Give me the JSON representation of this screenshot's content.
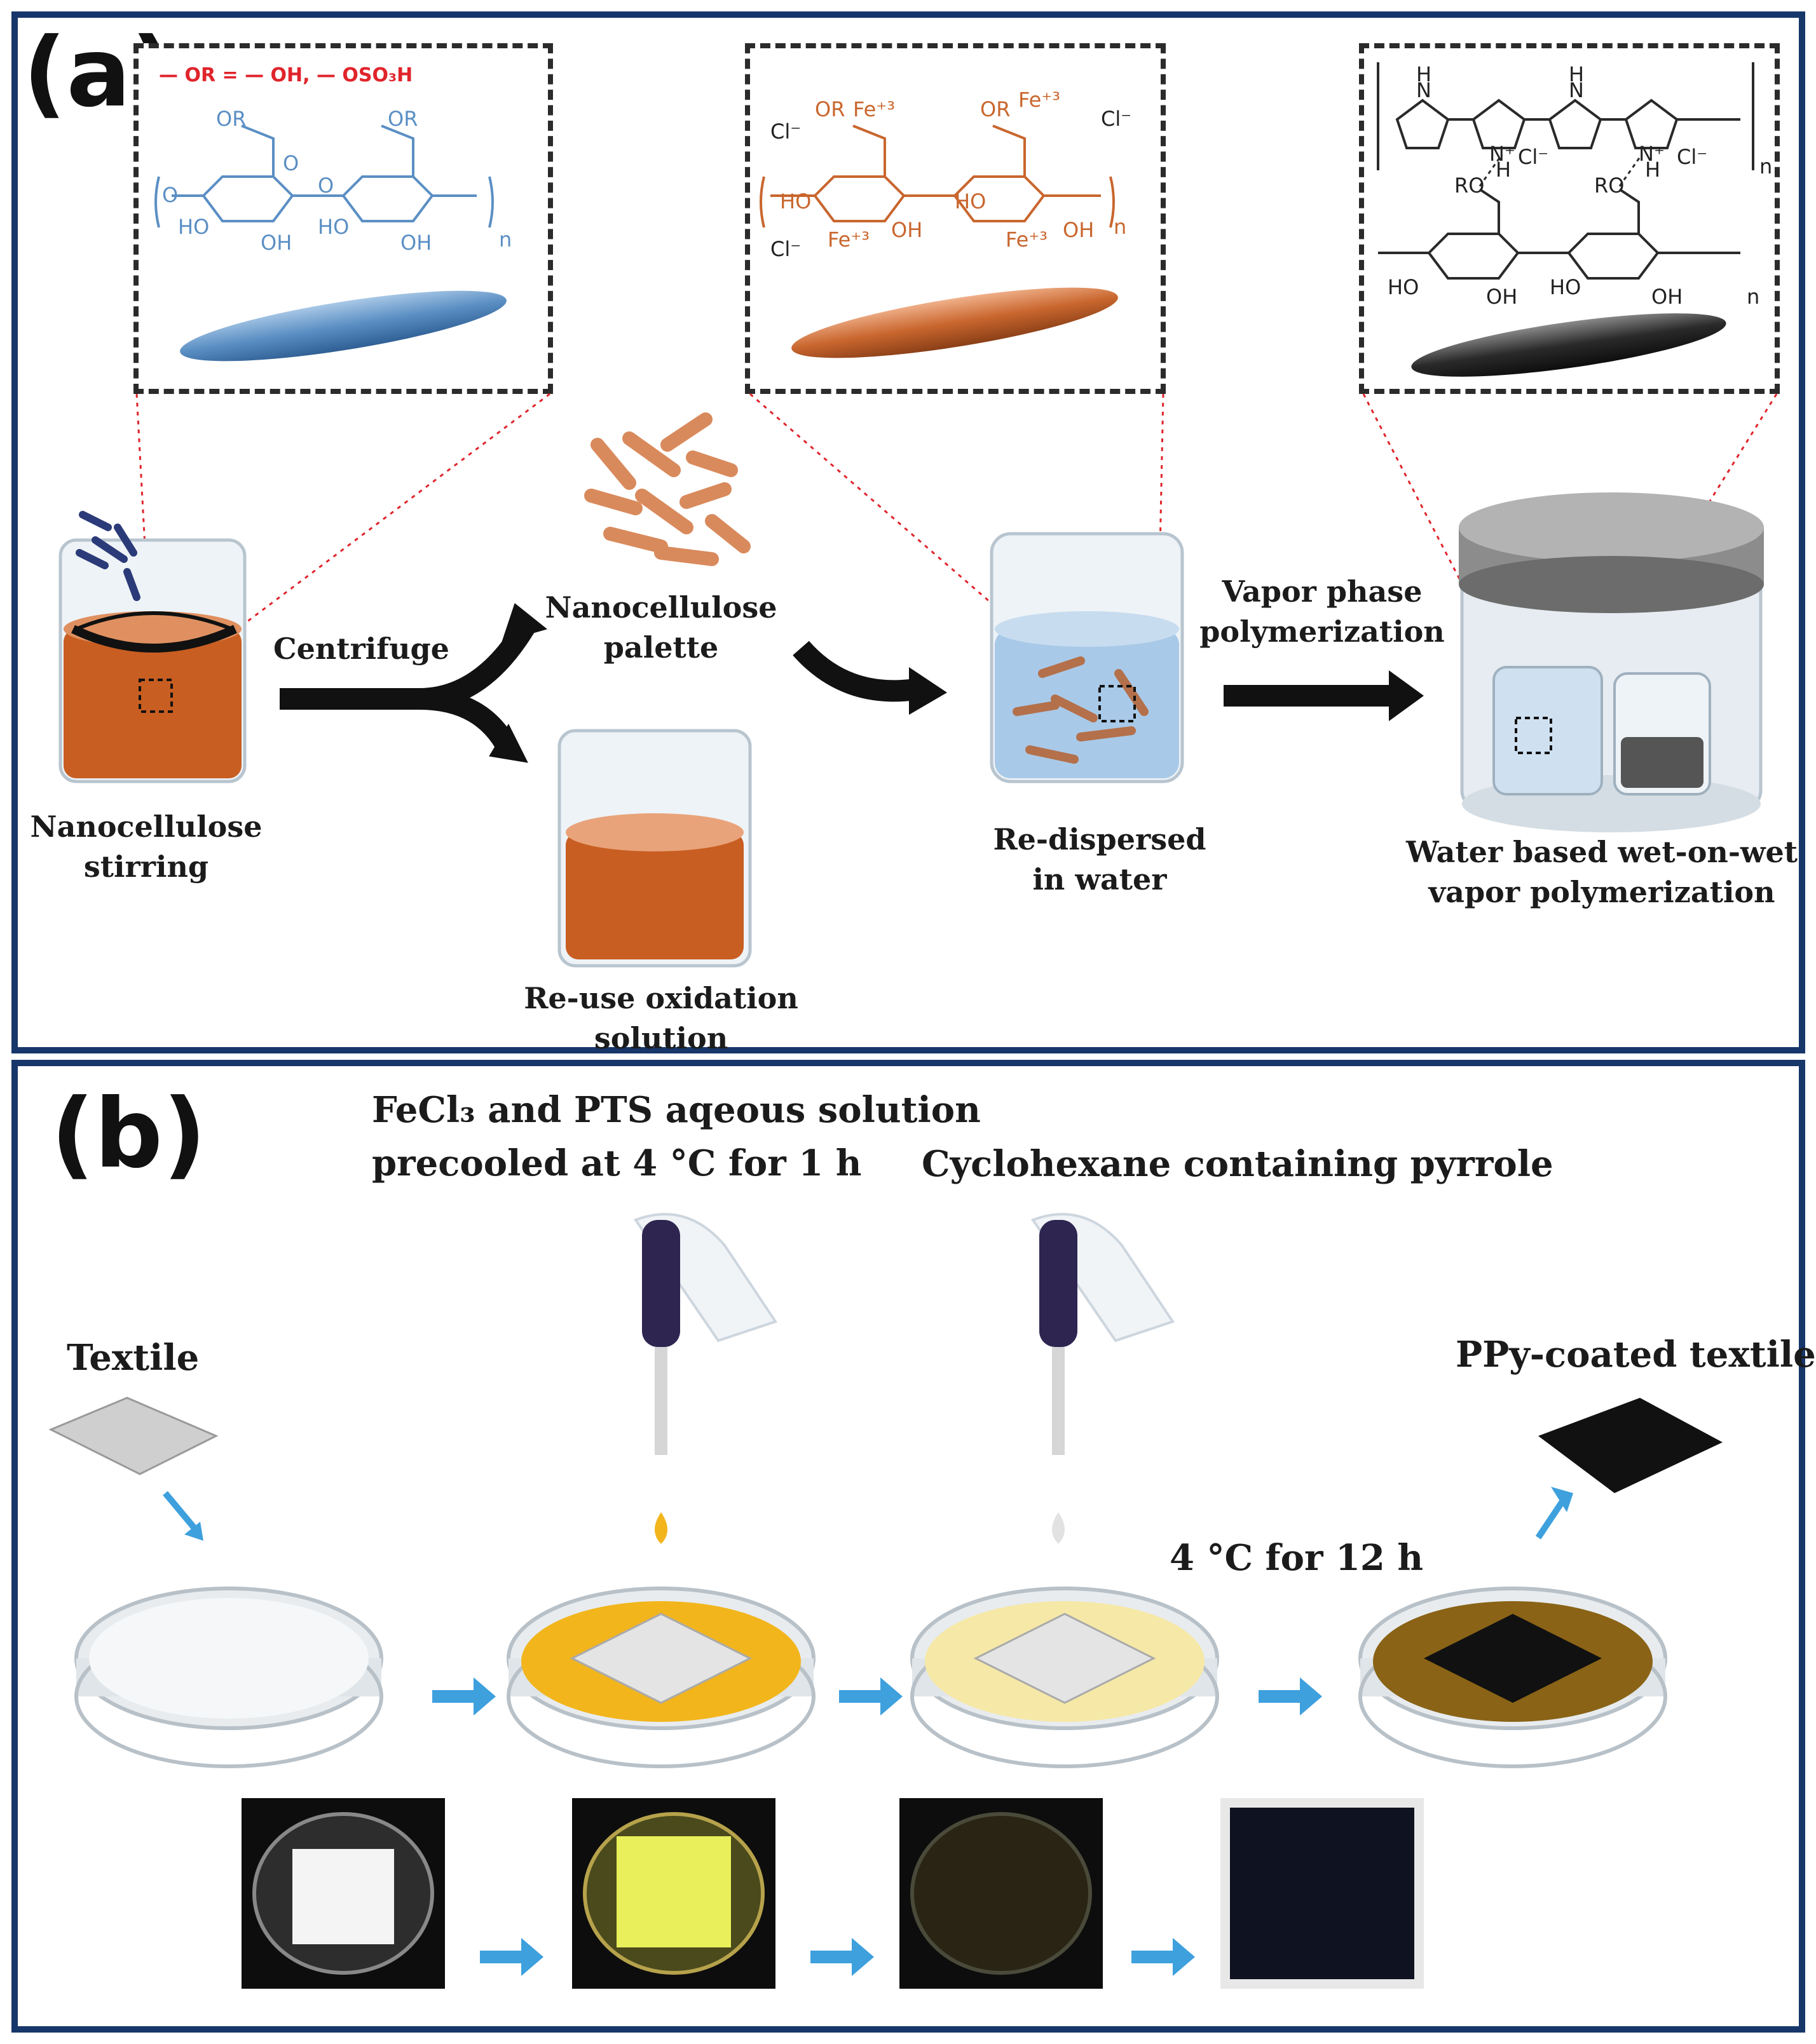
{
  "panel_a": {
    "label": "(a)",
    "zoom_1": {
      "definition": "— OR = — OH, — OSO₃H",
      "groups": [
        "OR",
        "OR",
        "HO",
        "OH",
        "HO",
        "OH",
        "O",
        "O",
        "O",
        "n"
      ]
    },
    "zoom_2": {
      "groups": [
        "OR",
        "Fe⁺³",
        "OR",
        "Fe⁺³",
        "Cl⁻",
        "Cl⁻",
        "Cl⁻",
        "HO",
        "HO",
        "Fe⁺³",
        "OH",
        "Fe⁺³",
        "OH",
        "n"
      ]
    },
    "zoom_3": {
      "groups": [
        "H",
        "N",
        "N⁺",
        "H",
        "Cl⁻",
        "N",
        "H",
        "N⁺",
        "H",
        "Cl⁻",
        "n",
        "RO",
        "RO",
        "HO",
        "OH",
        "HO",
        "OH",
        "n"
      ]
    },
    "steps": {
      "stirring": [
        "Nanocellulose",
        "stirring"
      ],
      "centrifuge": "Centrifuge",
      "palette": [
        "Nanocellulose",
        "palette"
      ],
      "reuse": [
        "Re-use oxidation",
        "solution"
      ],
      "redispersed": [
        "Re-dispersed",
        "in water"
      ],
      "vapor_phase": [
        "Vapor phase",
        "polymerization"
      ],
      "wet_on_wet": [
        "Water based wet-on-wet",
        "vapor polymerization"
      ]
    },
    "colors": {
      "nanocellulose_blue": "#5b8fc4",
      "oxidized_orange": "#c9662e",
      "ppy_black": "#2a2a2a",
      "annotation_red": "#e0242b"
    }
  },
  "panel_b": {
    "label": "(b)",
    "fecl3": [
      "FeCl₃ and PTS aqeous solution",
      "precooled at 4 °C for 1 h"
    ],
    "cyclohexane": "Cyclohexane containing pyrrole",
    "textile": "Textile",
    "ppy_coated": "PPy-coated textile",
    "condition": "4 °C for 12 h",
    "colors": {
      "fecl3_yellow": "#f2b51c",
      "pale_yellow": "#f6e8a6",
      "ppy_brown": "#8a6316",
      "arrow_blue": "#3ea0dd"
    }
  }
}
